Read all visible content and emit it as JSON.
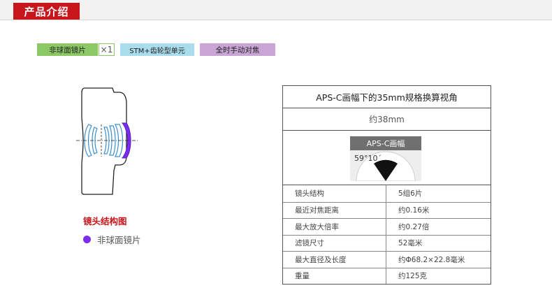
{
  "header": {
    "title": "产品介绍"
  },
  "tags": {
    "aspherical": "非球面镜片",
    "aspherical_count": "×1",
    "stm": "STM+齿轮型单元",
    "manual_focus": "全时手动对焦"
  },
  "lens_diagram": {
    "title": "镜头结构图",
    "legend": "非球面镜片",
    "colors": {
      "aspherical": "#7b2cf0",
      "element": "#3a8fd0",
      "outline": "#222222"
    }
  },
  "spec": {
    "title": "APS-C画幅下的35mm规格换算视角",
    "focal": "约38mm",
    "angle_header": "APS-C画幅",
    "angle_value": "59°10´",
    "rows": [
      {
        "label": "镜头结构",
        "value": "5组6片"
      },
      {
        "label": "最近对焦距离",
        "value": "约0.16米"
      },
      {
        "label": "最大放大倍率",
        "value": "约0.27倍"
      },
      {
        "label": "滤镜尺寸",
        "value": "52毫米"
      },
      {
        "label": "最大直径及长度",
        "value": "约Φ68.2×22.8毫米"
      },
      {
        "label": "重量",
        "value": "约125克"
      }
    ]
  },
  "colors": {
    "brand_red": "#c8161d",
    "tag_green": "#8cc866",
    "tag_cyan": "#a9dcec",
    "tag_purple": "#c9a6d6"
  }
}
